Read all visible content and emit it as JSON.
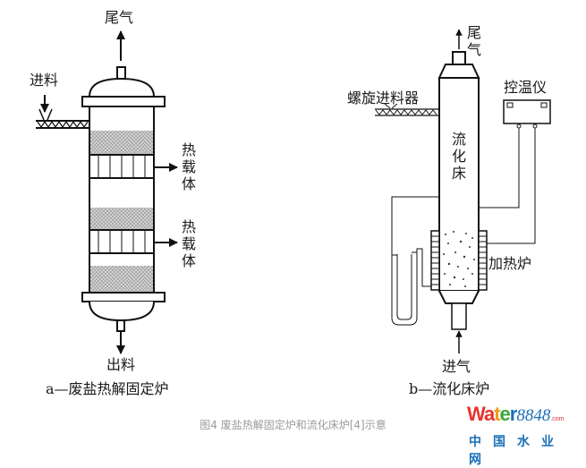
{
  "diagram_a": {
    "exhaust_label": "尾气",
    "feed_label": "进料",
    "heat_carrier_label_1": "热载体",
    "heat_carrier_label_2": "热载体",
    "discharge_label": "出料",
    "title": "a—废盐热解固定炉"
  },
  "diagram_b": {
    "exhaust_label": "尾气",
    "screw_feeder_label": "螺旋进料器",
    "temp_controller_label": "控温仪",
    "fluidized_bed_label": "流化床",
    "heating_furnace_label": "加热炉",
    "inlet_gas_label": "进气",
    "title": "b—流化床炉"
  },
  "caption": "图4 废盐热解固定炉和流化床炉[4]示意",
  "watermark": {
    "brand_letters": [
      {
        "ch": "W",
        "color": "#e8322b"
      },
      {
        "ch": "a",
        "color": "#e8322b"
      },
      {
        "ch": "t",
        "color": "#f29a1c"
      },
      {
        "ch": "e",
        "color": "#3aa63a"
      },
      {
        "ch": "r",
        "color": "#1a6fb8"
      }
    ],
    "brand_number": "8848",
    "brand_suffix": ".com",
    "brand_cn": "中国水业网"
  }
}
